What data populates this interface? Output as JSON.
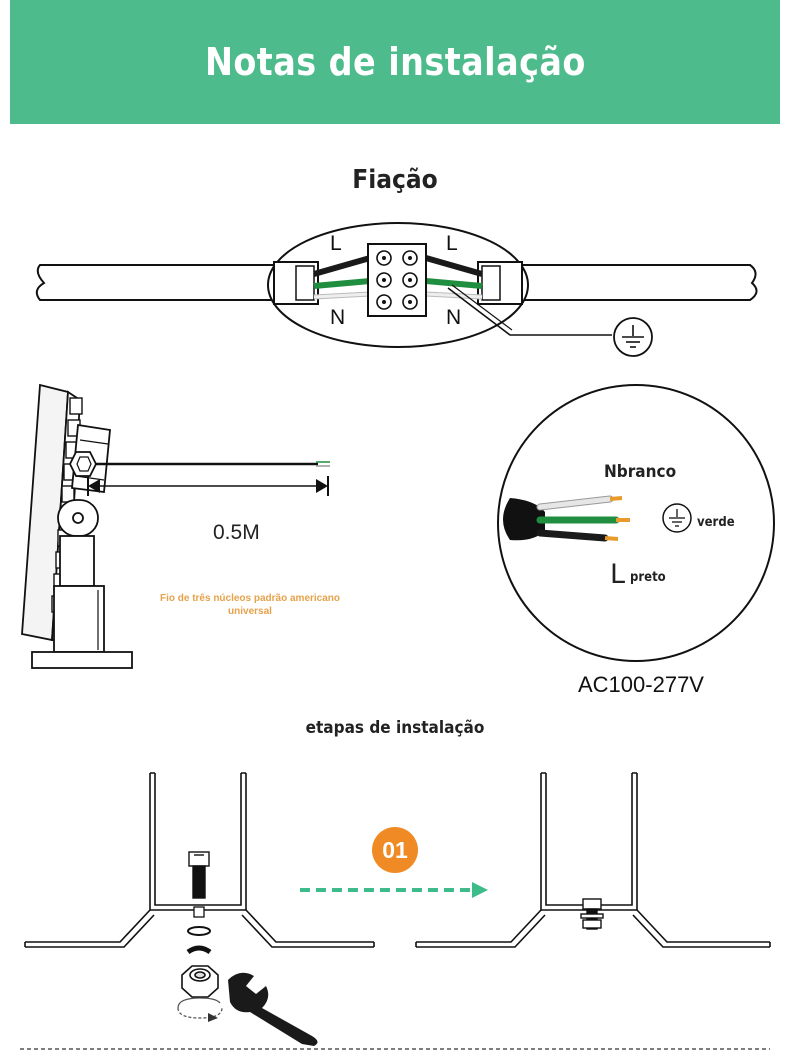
{
  "header": {
    "title": "Notas de instalação"
  },
  "wiring": {
    "title": "Fiação",
    "left_top_label": "L",
    "right_top_label": "L",
    "left_bottom_label": "N",
    "right_bottom_label": "N"
  },
  "cable": {
    "distance_label": "0.5M",
    "note": "Fio de três núcleos padrão americano universal"
  },
  "wires": {
    "neutral_label": "Nbranco",
    "ground_label": "verde",
    "line_letter": "L",
    "line_label": "preto",
    "voltage": "AC100-277V"
  },
  "steps": {
    "title": "etapas de instalação",
    "step_number": "01"
  },
  "colors": {
    "header_bg": "#4dbb8c",
    "arrow_green": "#3dbb8a",
    "badge_orange": "#f08a24",
    "wire_green": "#1f8f3f",
    "wire_black": "#1a1a1a",
    "wire_white": "#dddddd",
    "wire_tip": "#e89a2a"
  },
  "icons": [
    "ground-icon",
    "wrench-icon",
    "nut-icon",
    "bolt-icon",
    "washer-icon",
    "rotate-arrow-icon",
    "dashed-arrow-icon"
  ]
}
